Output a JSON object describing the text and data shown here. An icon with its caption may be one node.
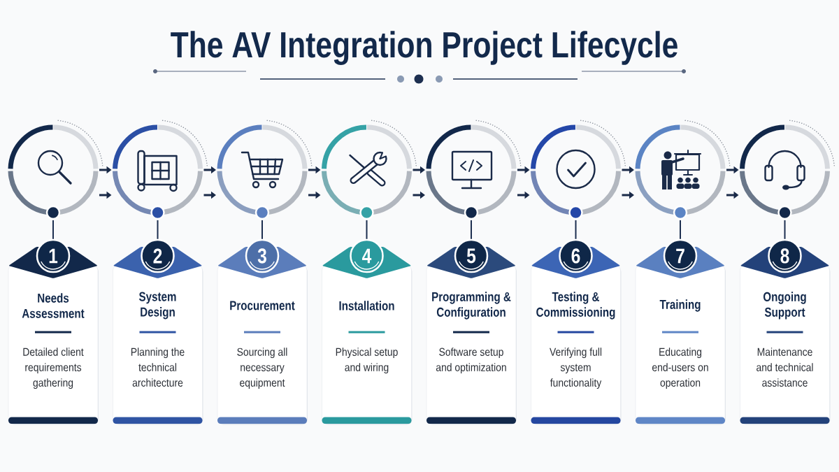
{
  "diagram": {
    "title": "The AV Integration Project Lifecycle",
    "nodes": [
      {
        "text": [],
        "shape": "circle"
      },
      {
        "text": [],
        "shape": "circle"
      },
      {
        "text": [],
        "shape": "circle"
      },
      {
        "text": [],
        "shape": "circle"
      },
      {
        "text": [],
        "shape": "circle"
      },
      {
        "text": [],
        "shape": "circle"
      },
      {
        "text": [],
        "shape": "circle"
      },
      {
        "text": [],
        "shape": "circle"
      },
      {
        "text": [
          "1"
        ]
      },
      {
        "text": [
          "2"
        ]
      },
      {
        "text": [
          "3"
        ]
      },
      {
        "text": [
          "4"
        ]
      },
      {
        "text": [
          "5"
        ]
      },
      {
        "text": [
          "6"
        ]
      },
      {
        "text": [
          "7"
        ]
      },
      {
        "text": [
          "8"
        ]
      },
      {
        "text": [
          "Needs Assessment",
          "Detailed client requirements gathering"
        ]
      },
      {
        "text": [
          "System Design",
          "Planning the technical architecture"
        ]
      },
      {
        "text": [
          "Procurement",
          "Sourcing all necessary equipment"
        ]
      },
      {
        "text": [
          "Installation",
          "Physical setup and wiring"
        ]
      },
      {
        "text": [
          "Programming & Configuration",
          "Software setup and optimization"
        ]
      },
      {
        "text": [
          "Testing & Commissioning",
          "Verifying full system functionality"
        ]
      },
      {
        "text": [
          "Training",
          "Educating end-users on operation"
        ]
      },
      {
        "text": [
          "Ongoing Support",
          "Maintenance and technical assistance"
        ]
      }
    ],
    "edges": [
      {
        "from": 0,
        "to": 1,
        "arrow": "to"
      },
      {
        "from": 0,
        "to": 1,
        "arrow": "to"
      },
      {
        "from": 1,
        "to": 2,
        "arrow": "to"
      },
      {
        "from": 1,
        "to": 2,
        "arrow": "to"
      },
      {
        "from": 2,
        "to": 3,
        "arrow": "to"
      },
      {
        "from": 2,
        "to": 3,
        "arrow": "to"
      },
      {
        "from": 3,
        "to": 4,
        "arrow": "to"
      },
      {
        "from": 3,
        "to": 4,
        "arrow": "to"
      },
      {
        "from": 4,
        "to": 5,
        "arrow": "to"
      },
      {
        "from": 4,
        "to": 5,
        "arrow": "to"
      },
      {
        "from": 5,
        "to": 6,
        "arrow": "to"
      },
      {
        "from": 5,
        "to": 6,
        "arrow": "to"
      },
      {
        "from": 6,
        "to": 7,
        "arrow": "to"
      },
      {
        "from": 6,
        "to": 7,
        "arrow": "to"
      },
      {
        "from": 0,
        "to": 8,
        "arrow": "none"
      },
      {
        "from": 1,
        "to": 9,
        "arrow": "none"
      },
      {
        "from": 2,
        "to": 10,
        "arrow": "none"
      },
      {
        "from": 3,
        "to": 11,
        "arrow": "none"
      },
      {
        "from": 4,
        "to": 12,
        "arrow": "none"
      },
      {
        "from": 5,
        "to": 13,
        "arrow": "none"
      },
      {
        "from": 6,
        "to": 14,
        "arrow": "none"
      },
      {
        "from": 7,
        "to": 15,
        "arrow": "none"
      }
    ]
  }
}
